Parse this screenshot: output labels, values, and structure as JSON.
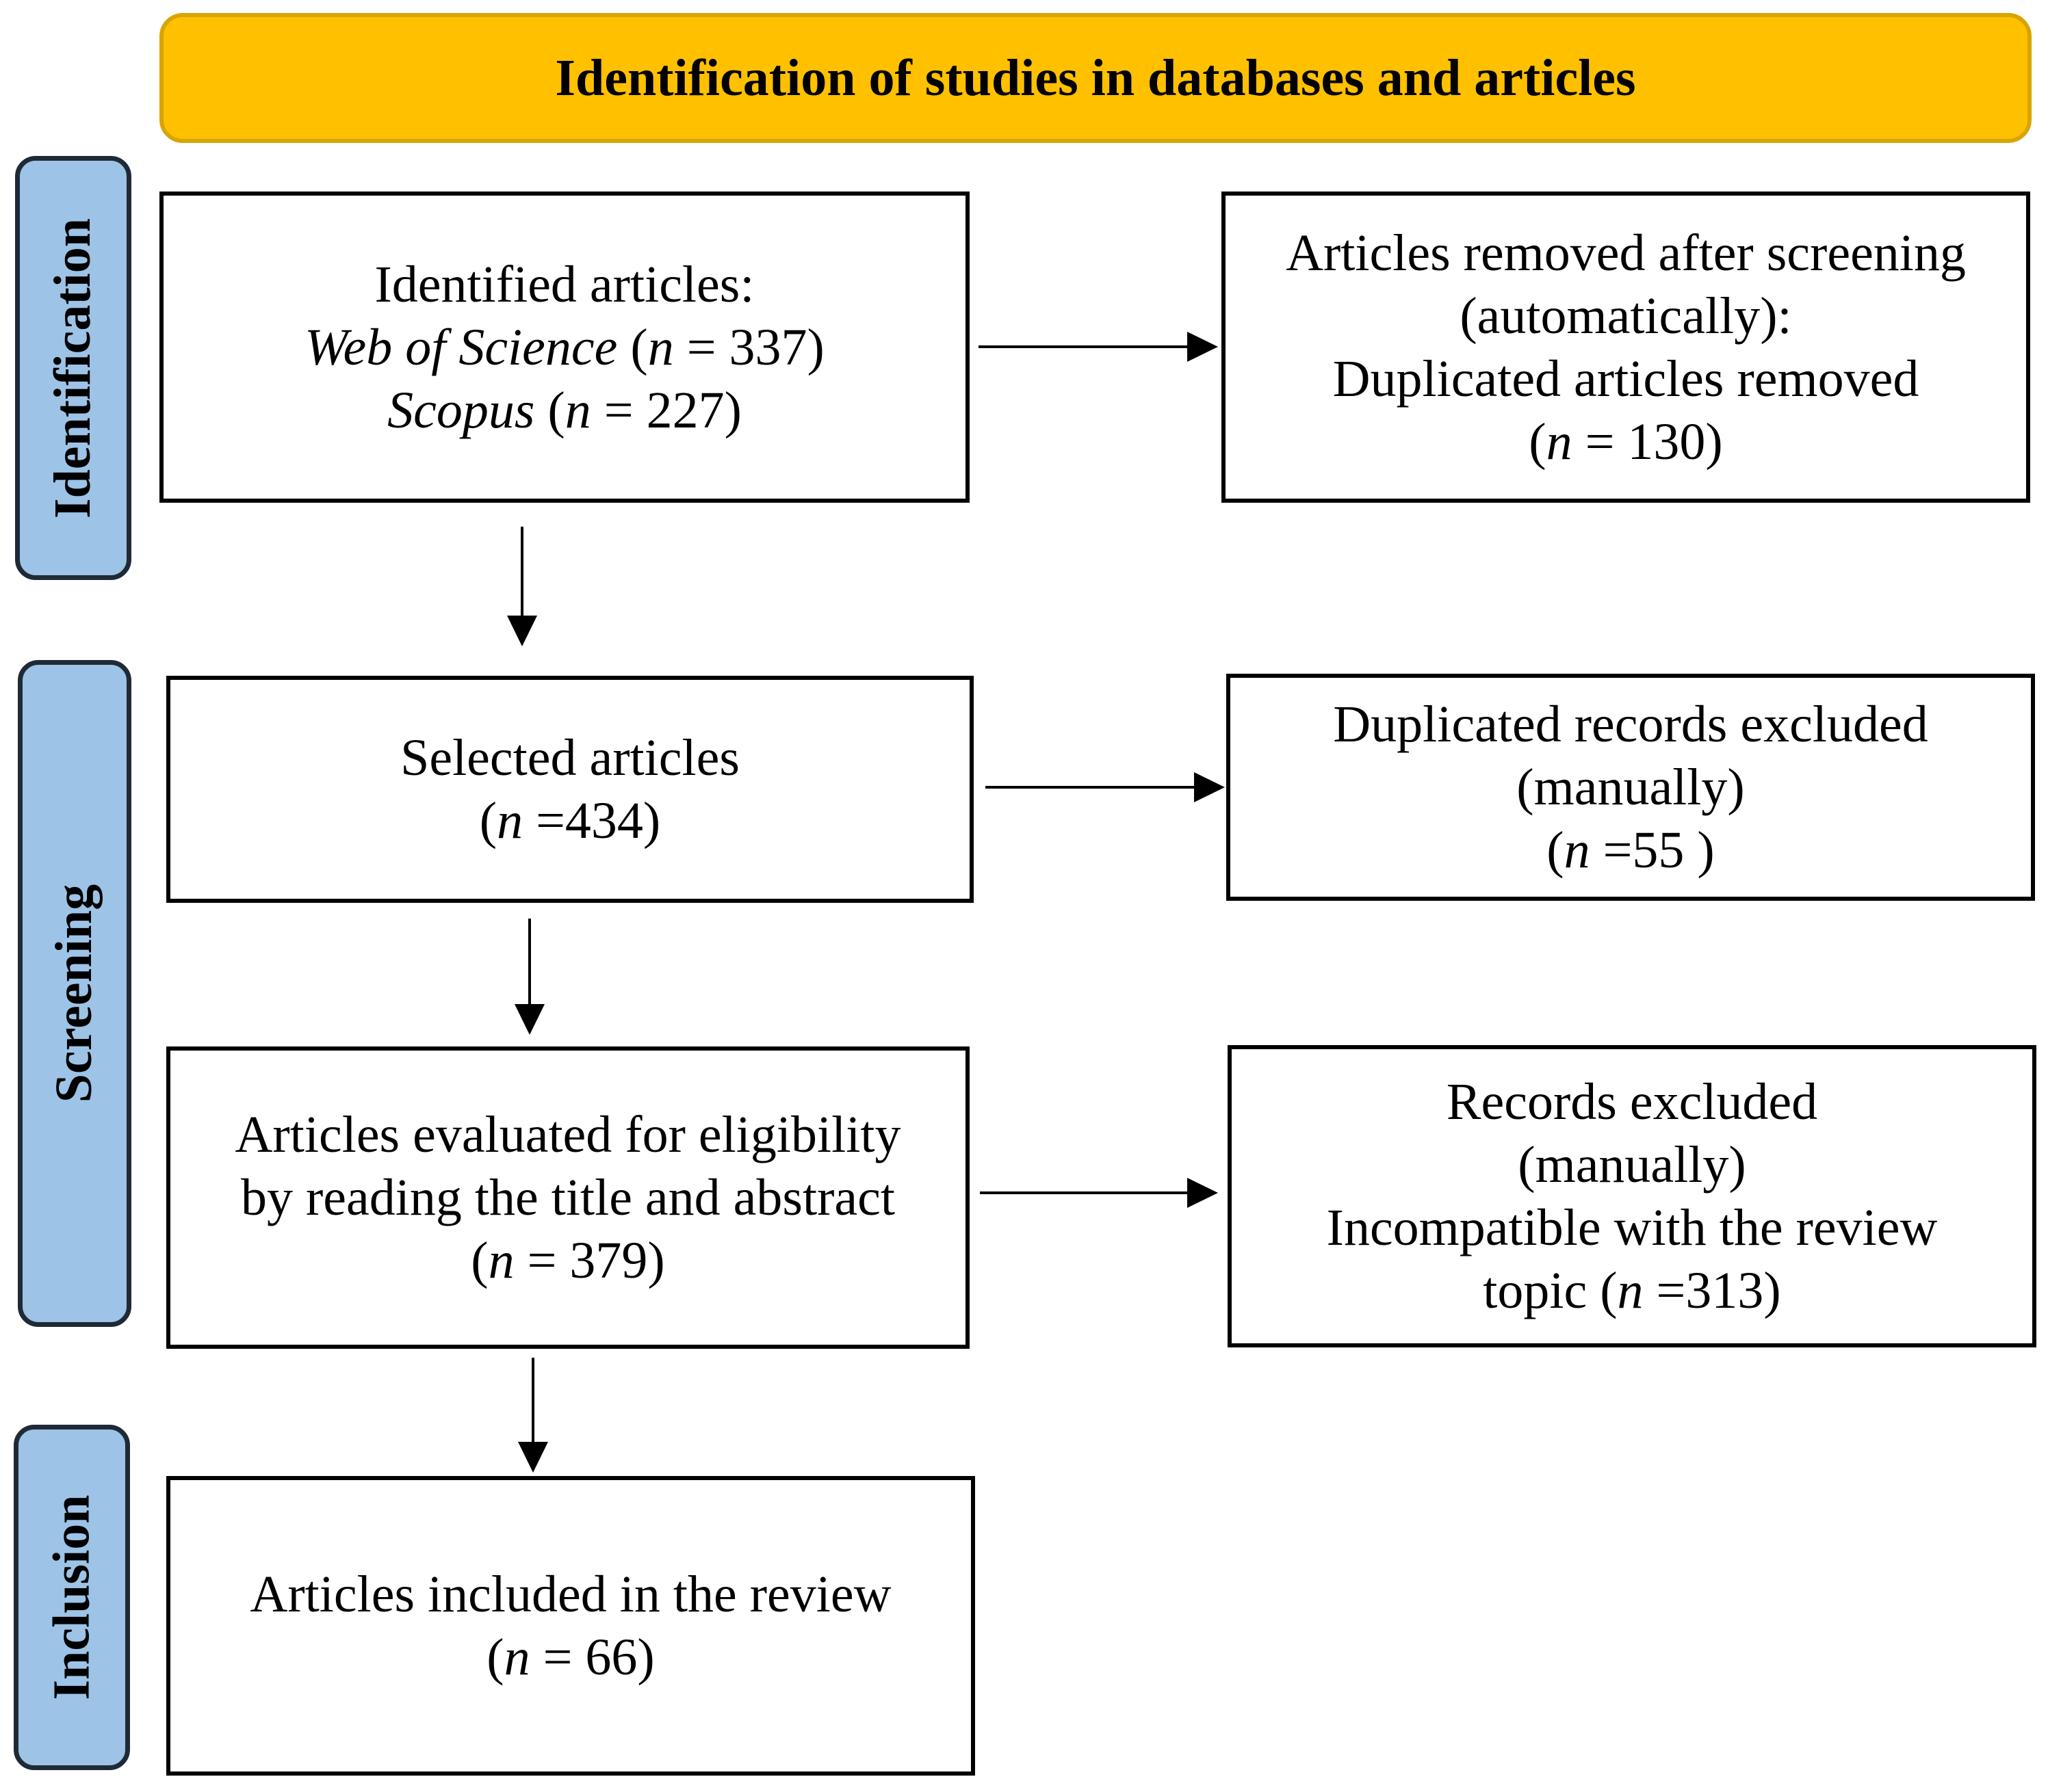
{
  "header": {
    "title": "Identification of studies in databases and articles"
  },
  "phases": {
    "identification": "Identification",
    "screening": "Screening",
    "inclusion": "Inclusion"
  },
  "boxes": {
    "identified": {
      "line1": "Identified articles:",
      "wos_name": "Web of Science",
      "wos_open": " (",
      "wos_n": "n",
      "wos_rest": " = 337)",
      "scopus_name": "Scopus",
      "scopus_open": " (",
      "scopus_n": "n",
      "scopus_rest": " = 227)"
    },
    "removed_auto": {
      "line1": "Articles removed after screening",
      "line2": "(automatically):",
      "line3": "Duplicated articles removed",
      "open": "(",
      "n": "n",
      "rest": " = 130)"
    },
    "selected": {
      "line1": "Selected articles",
      "open": "(",
      "n": "n",
      "rest": " =434)"
    },
    "dup_excluded": {
      "line1": "Duplicated records excluded",
      "line2": "(manually)",
      "open": "(",
      "n": "n",
      "rest": " =55 )"
    },
    "evaluated": {
      "line1": "Articles evaluated for eligibility",
      "line2": "by reading the title and abstract",
      "open": "(",
      "n": "n",
      "rest": " = 379)"
    },
    "records_excluded": {
      "line1": "Records excluded",
      "line2": "(manually)",
      "line3": "Incompatible with the review",
      "open": "topic (",
      "n": "n",
      "rest": " =313)"
    },
    "included": {
      "line1": "Articles included in the review",
      "open": "(",
      "n": "n",
      "rest": " = 66)"
    }
  },
  "colors": {
    "header_fill": "#ffc000",
    "phase_fill": "#9dc3e6",
    "box_border": "#000000"
  }
}
